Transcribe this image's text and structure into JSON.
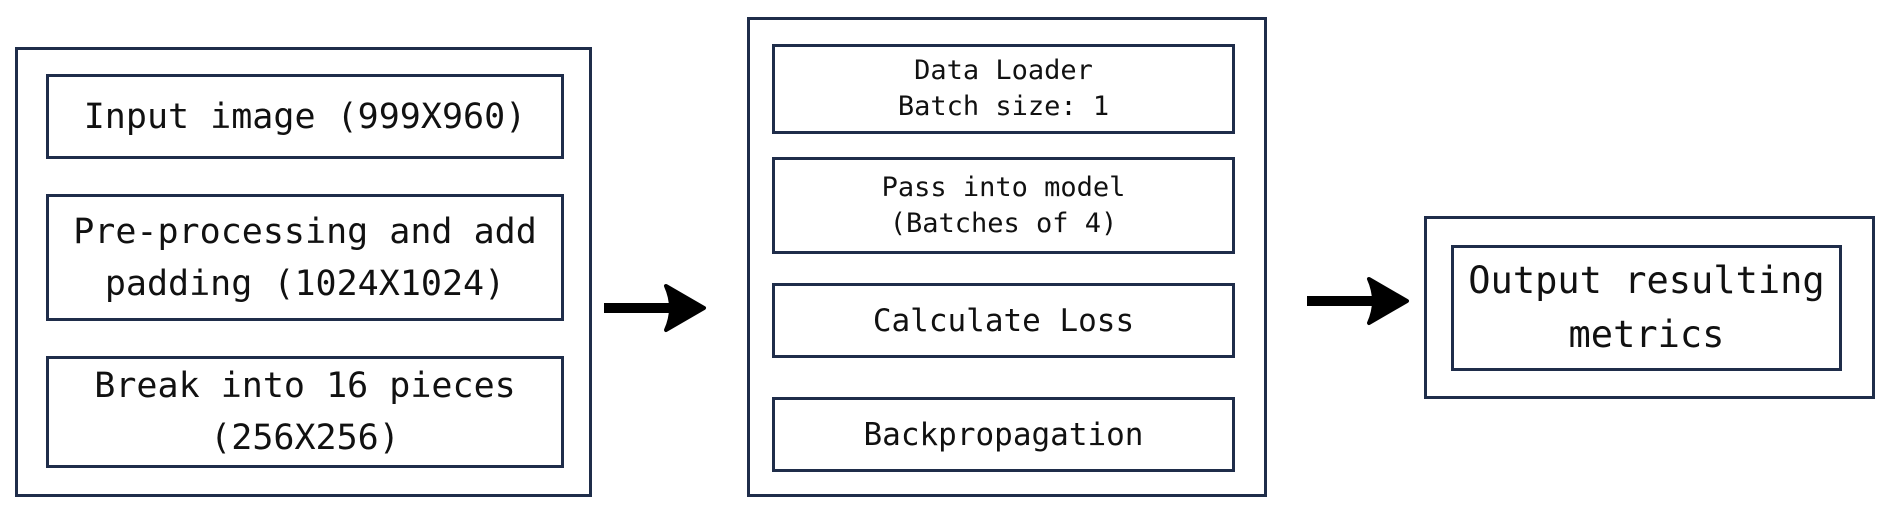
{
  "stages": [
    {
      "steps": [
        {
          "lines": [
            "Input image (999X960)"
          ]
        },
        {
          "lines": [
            "Pre-processing and add",
            "padding (1024X1024)"
          ]
        },
        {
          "lines": [
            "Break into 16 pieces",
            "(256X256)"
          ]
        }
      ]
    },
    {
      "steps": [
        {
          "lines": [
            "Data Loader",
            "Batch size: 1"
          ]
        },
        {
          "lines": [
            "Pass into model",
            "(Batches of 4)"
          ]
        },
        {
          "lines": [
            "Calculate Loss"
          ]
        },
        {
          "lines": [
            "Backpropagation"
          ]
        }
      ]
    },
    {
      "steps": [
        {
          "lines": [
            "Output resulting",
            "metrics"
          ]
        }
      ]
    }
  ],
  "colors": {
    "box_border": "#1f2d4a",
    "arrow": "#000000",
    "text": "#111111"
  }
}
